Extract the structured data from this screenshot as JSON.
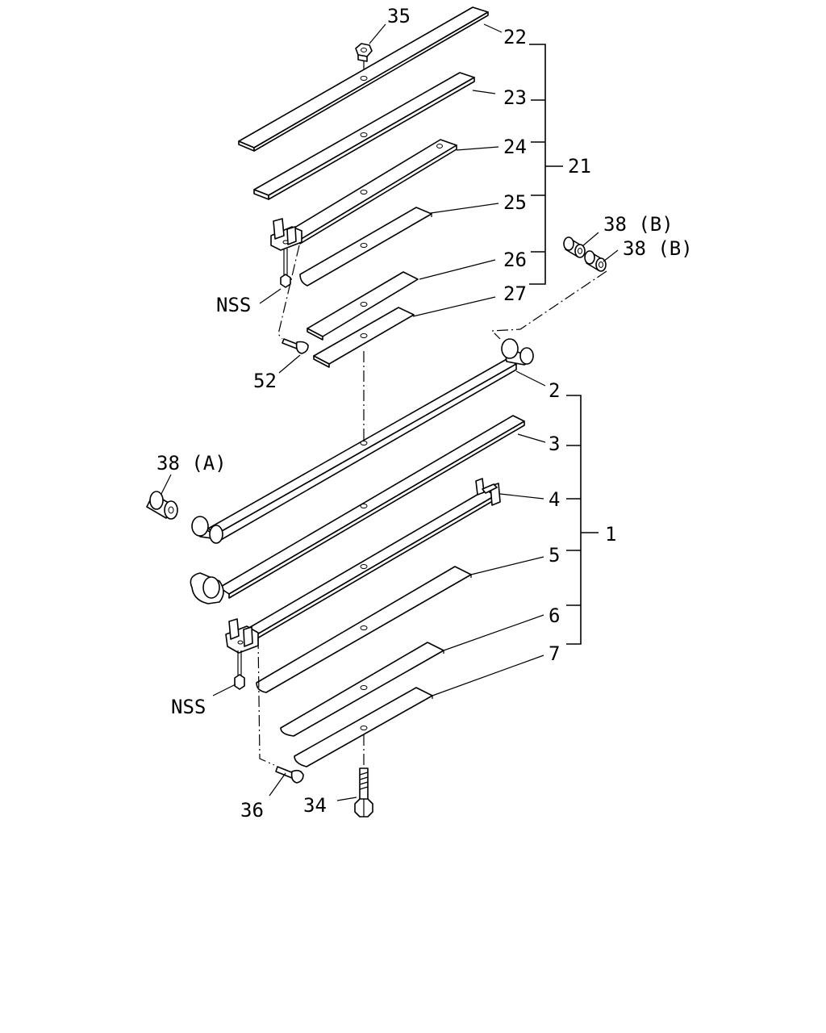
{
  "callouts": {
    "p35": "35",
    "p22": "22",
    "p23": "23",
    "p24": "24",
    "p25": "25",
    "p26": "26",
    "p27": "27",
    "p21": "21",
    "p38b_1": "38 (B)",
    "p38b_2": "38 (B)",
    "nss_top": "NSS",
    "p52": "52",
    "p2": "2",
    "p3": "3",
    "p4": "4",
    "p5": "5",
    "p6": "6",
    "p7": "7",
    "p1": "1",
    "p38a": "38 (A)",
    "nss_bottom": "NSS",
    "p36": "36",
    "p34": "34"
  },
  "colors": {
    "line": "#000000",
    "background": "#ffffff"
  }
}
